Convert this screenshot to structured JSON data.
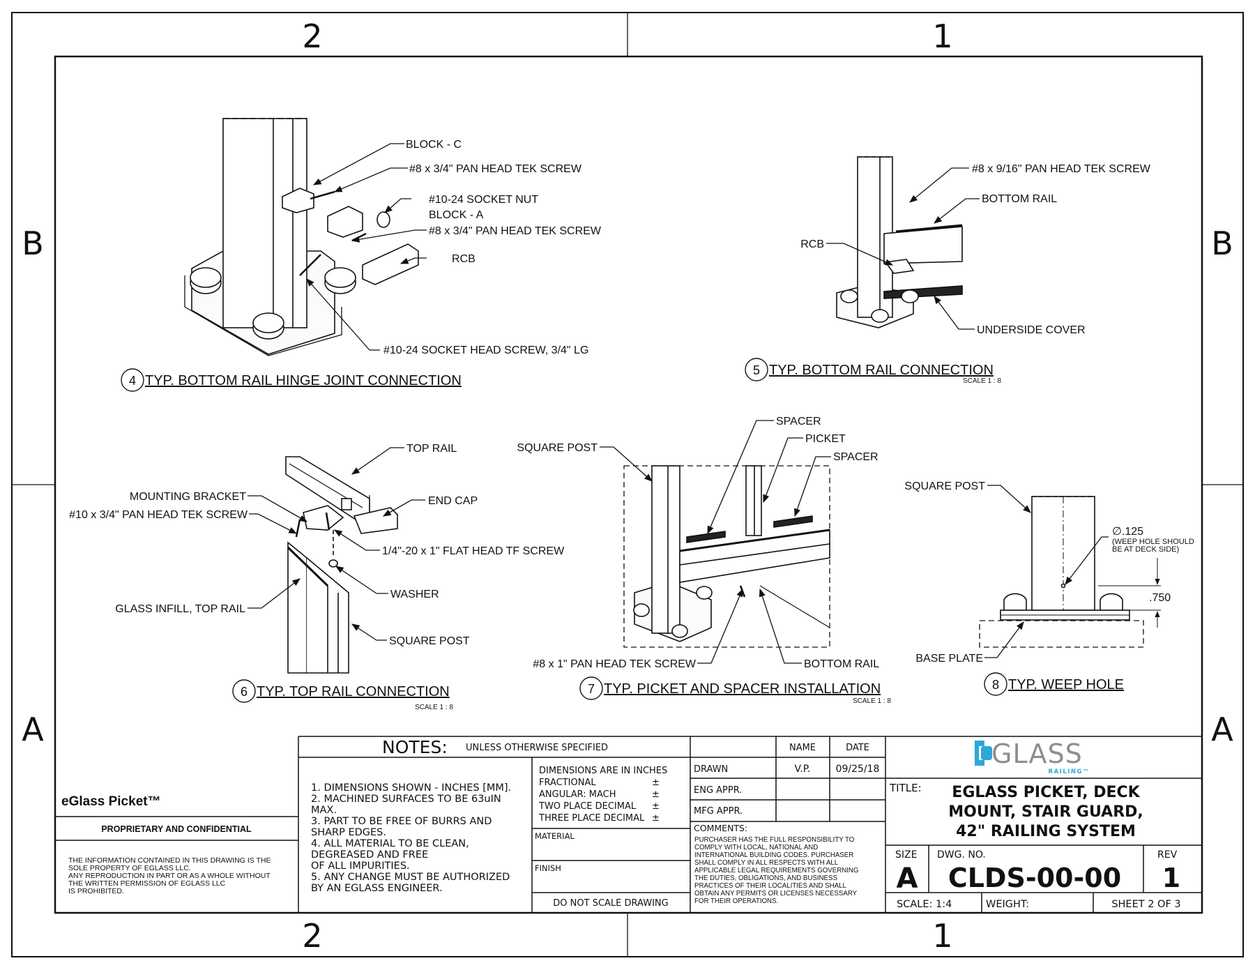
{
  "frame": {
    "zones_top": [
      "2",
      "1"
    ],
    "zones_bottom": [
      "2",
      "1"
    ],
    "zones_left": [
      "B",
      "A"
    ],
    "zones_right": [
      "B",
      "A"
    ]
  },
  "views": {
    "v4": {
      "number": "4",
      "title": "TYP.  BOTTOM RAIL HINGE JOINT CONNECTION",
      "callouts": [
        "BLOCK - C",
        "#8 x 3/4\" PAN HEAD TEK SCREW",
        "#10-24 SOCKET NUT",
        "BLOCK - A",
        "#8 x 3/4\" PAN HEAD TEK SCREW",
        "RCB",
        "#10-24 SOCKET HEAD SCREW, 3/4\" LG"
      ]
    },
    "v5": {
      "number": "5",
      "title": "TYP. BOTTOM RAIL CONNECTION",
      "scale": "SCALE 1 : 8",
      "callouts": [
        "#8 x 9/16\" PAN HEAD TEK SCREW",
        "BOTTOM RAIL",
        "RCB",
        "UNDERSIDE COVER"
      ]
    },
    "v6": {
      "number": "6",
      "title": "TYP. TOP RAIL CONNECTION",
      "scale": "SCALE 1 : 8",
      "callouts": [
        "TOP RAIL",
        "MOUNTING BRACKET",
        "#10 x 3/4\" PAN HEAD TEK SCREW",
        "END CAP",
        "1/4\"-20  x 1\" FLAT HEAD TF SCREW",
        "WASHER",
        "GLASS INFILL, TOP RAIL",
        "SQUARE POST"
      ]
    },
    "v7": {
      "number": "7",
      "title": "TYP. PICKET AND SPACER INSTALLATION",
      "scale": "SCALE 1 : 8",
      "callouts": [
        "SPACER",
        "PICKET",
        "SPACER",
        "SQUARE POST",
        "#8 x 1\" PAN HEAD TEK SCREW",
        "BOTTOM RAIL"
      ]
    },
    "v8": {
      "number": "8",
      "title": "TYP. WEEP HOLE",
      "callouts": [
        "SQUARE POST",
        "∅.125",
        "(WEEP HOLE SHOULD",
        "BE AT DECK SIDE)",
        ".750",
        "BASE PLATE"
      ]
    }
  },
  "notes": {
    "heading": "NOTES:",
    "unless": "UNLESS OTHERWISE SPECIFIED",
    "lines": [
      "1. DIMENSIONS SHOWN - INCHES [MM].",
      "2. MACHINED SURFACES TO BE 63uIN",
      "MAX.",
      "3. PART TO BE FREE OF BURRS AND",
      "SHARP EDGES.",
      "4. ALL MATERIAL TO BE CLEAN,",
      "DEGREASED AND FREE",
      "OF ALL IMPURITIES.",
      "5. ANY CHANGE MUST BE AUTHORIZED",
      "BY AN EGLASS ENGINEER."
    ]
  },
  "tolerances": {
    "lines": [
      "DIMENSIONS ARE IN INCHES",
      "FRACTIONAL",
      "ANGULAR: MACH",
      "TWO PLACE DECIMAL",
      "THREE PLACE DECIMAL"
    ],
    "pm": "±",
    "material": "MATERIAL",
    "finish": "FINISH",
    "no_scale": "DO NOT SCALE DRAWING"
  },
  "approvals": {
    "name_h": "NAME",
    "date_h": "DATE",
    "drawn": "DRAWN",
    "drawn_name": "V.P.",
    "drawn_date": "09/25/18",
    "eng": "ENG APPR.",
    "mfg": "MFG APPR.",
    "comments": "COMMENTS:",
    "comment_lines": [
      "PURCHASER HAS THE FULL RESPONSIBILITY TO",
      "COMPLY WITH LOCAL, NATIONAL AND",
      "INTERNATIONAL BUILDING CODES. PURCHASER",
      "SHALL COMPLY IN ALL RESPECTS WITH ALL",
      "APPLICABLE LEGAL REQUIREMENTS GOVERNING",
      "THE DUTIES, OBLIGATIONS, AND BUSINESS",
      "PRACTICES OF THEIR LOCALITIES AND SHALL",
      "OBTAIN ANY PERMITS OR LICENSES NECESSARY",
      "FOR THEIR OPERATIONS."
    ]
  },
  "product": {
    "name": "eGlass Picket™",
    "proprietary": "PROPRIETARY AND CONFIDENTIAL",
    "legal_lines": [
      "THE INFORMATION CONTAINED IN THIS DRAWING IS THE",
      "SOLE PROPERTY OF EGLASS LLC.",
      "ANY REPRODUCTION IN PART OR AS A WHOLE WITHOUT",
      "THE WRITTEN PERMISSION OF EGLASS LLC",
      "IS PROHIBITED."
    ]
  },
  "titleblock": {
    "logo_main": "GLASS",
    "logo_sub": "RAILING™",
    "title_label": "TITLE:",
    "title_lines": [
      "EGLASS PICKET, DECK",
      "MOUNT, STAIR GUARD,",
      "42\" RAILING SYSTEM"
    ],
    "size_label": "SIZE",
    "size": "A",
    "dwg_label": "DWG.  NO.",
    "dwg_no": "CLDS-00-00",
    "rev_label": "REV",
    "rev": "1",
    "scale": "SCALE: 1:4",
    "weight": "WEIGHT:",
    "sheet": "SHEET 2 OF 3"
  },
  "colors": {
    "ink": "#111111",
    "logo_blue": "#2aa8d8",
    "logo_gray": "#8a8f94"
  }
}
